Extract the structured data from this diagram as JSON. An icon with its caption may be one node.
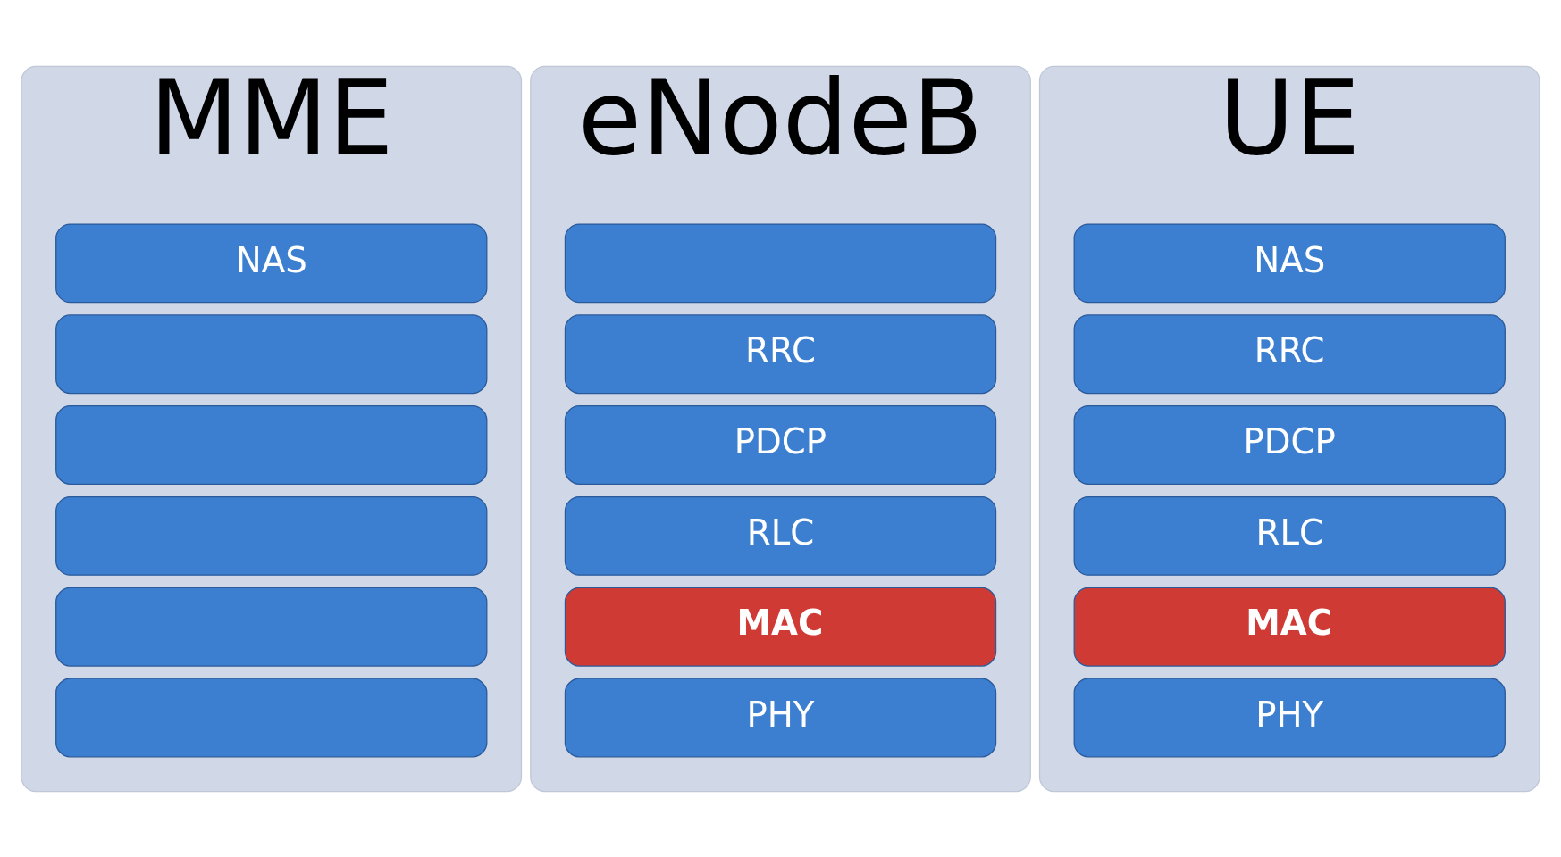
{
  "diagram": {
    "nodes": [
      {
        "text": [
          "MME"
        ]
      },
      {
        "text": [
          "NAS"
        ],
        "in": 0
      },
      {
        "text": [],
        "shape": "bar",
        "in": 0
      },
      {
        "text": [],
        "shape": "bar",
        "in": 0
      },
      {
        "text": [],
        "shape": "bar",
        "in": 0
      },
      {
        "text": [],
        "shape": "bar",
        "in": 0
      },
      {
        "text": [],
        "shape": "bar",
        "in": 0
      },
      {
        "text": [
          "eNodeB"
        ]
      },
      {
        "text": [],
        "shape": "bar",
        "in": 7
      },
      {
        "text": [
          "RRC"
        ],
        "in": 7
      },
      {
        "text": [
          "PDCP"
        ],
        "in": 7
      },
      {
        "text": [
          "RLC"
        ],
        "in": 7
      },
      {
        "text": [
          "MAC"
        ],
        "in": 7
      },
      {
        "text": [
          "PHY"
        ],
        "in": 7
      },
      {
        "text": [
          "UE"
        ]
      },
      {
        "text": [
          "NAS"
        ],
        "in": 14
      },
      {
        "text": [
          "RRC"
        ],
        "in": 14
      },
      {
        "text": [
          "PDCP"
        ],
        "in": 14
      },
      {
        "text": [
          "RLC"
        ],
        "in": 14
      },
      {
        "text": [
          "MAC"
        ],
        "in": 14
      },
      {
        "text": [
          "PHY"
        ],
        "in": 14
      }
    ],
    "edges": []
  }
}
